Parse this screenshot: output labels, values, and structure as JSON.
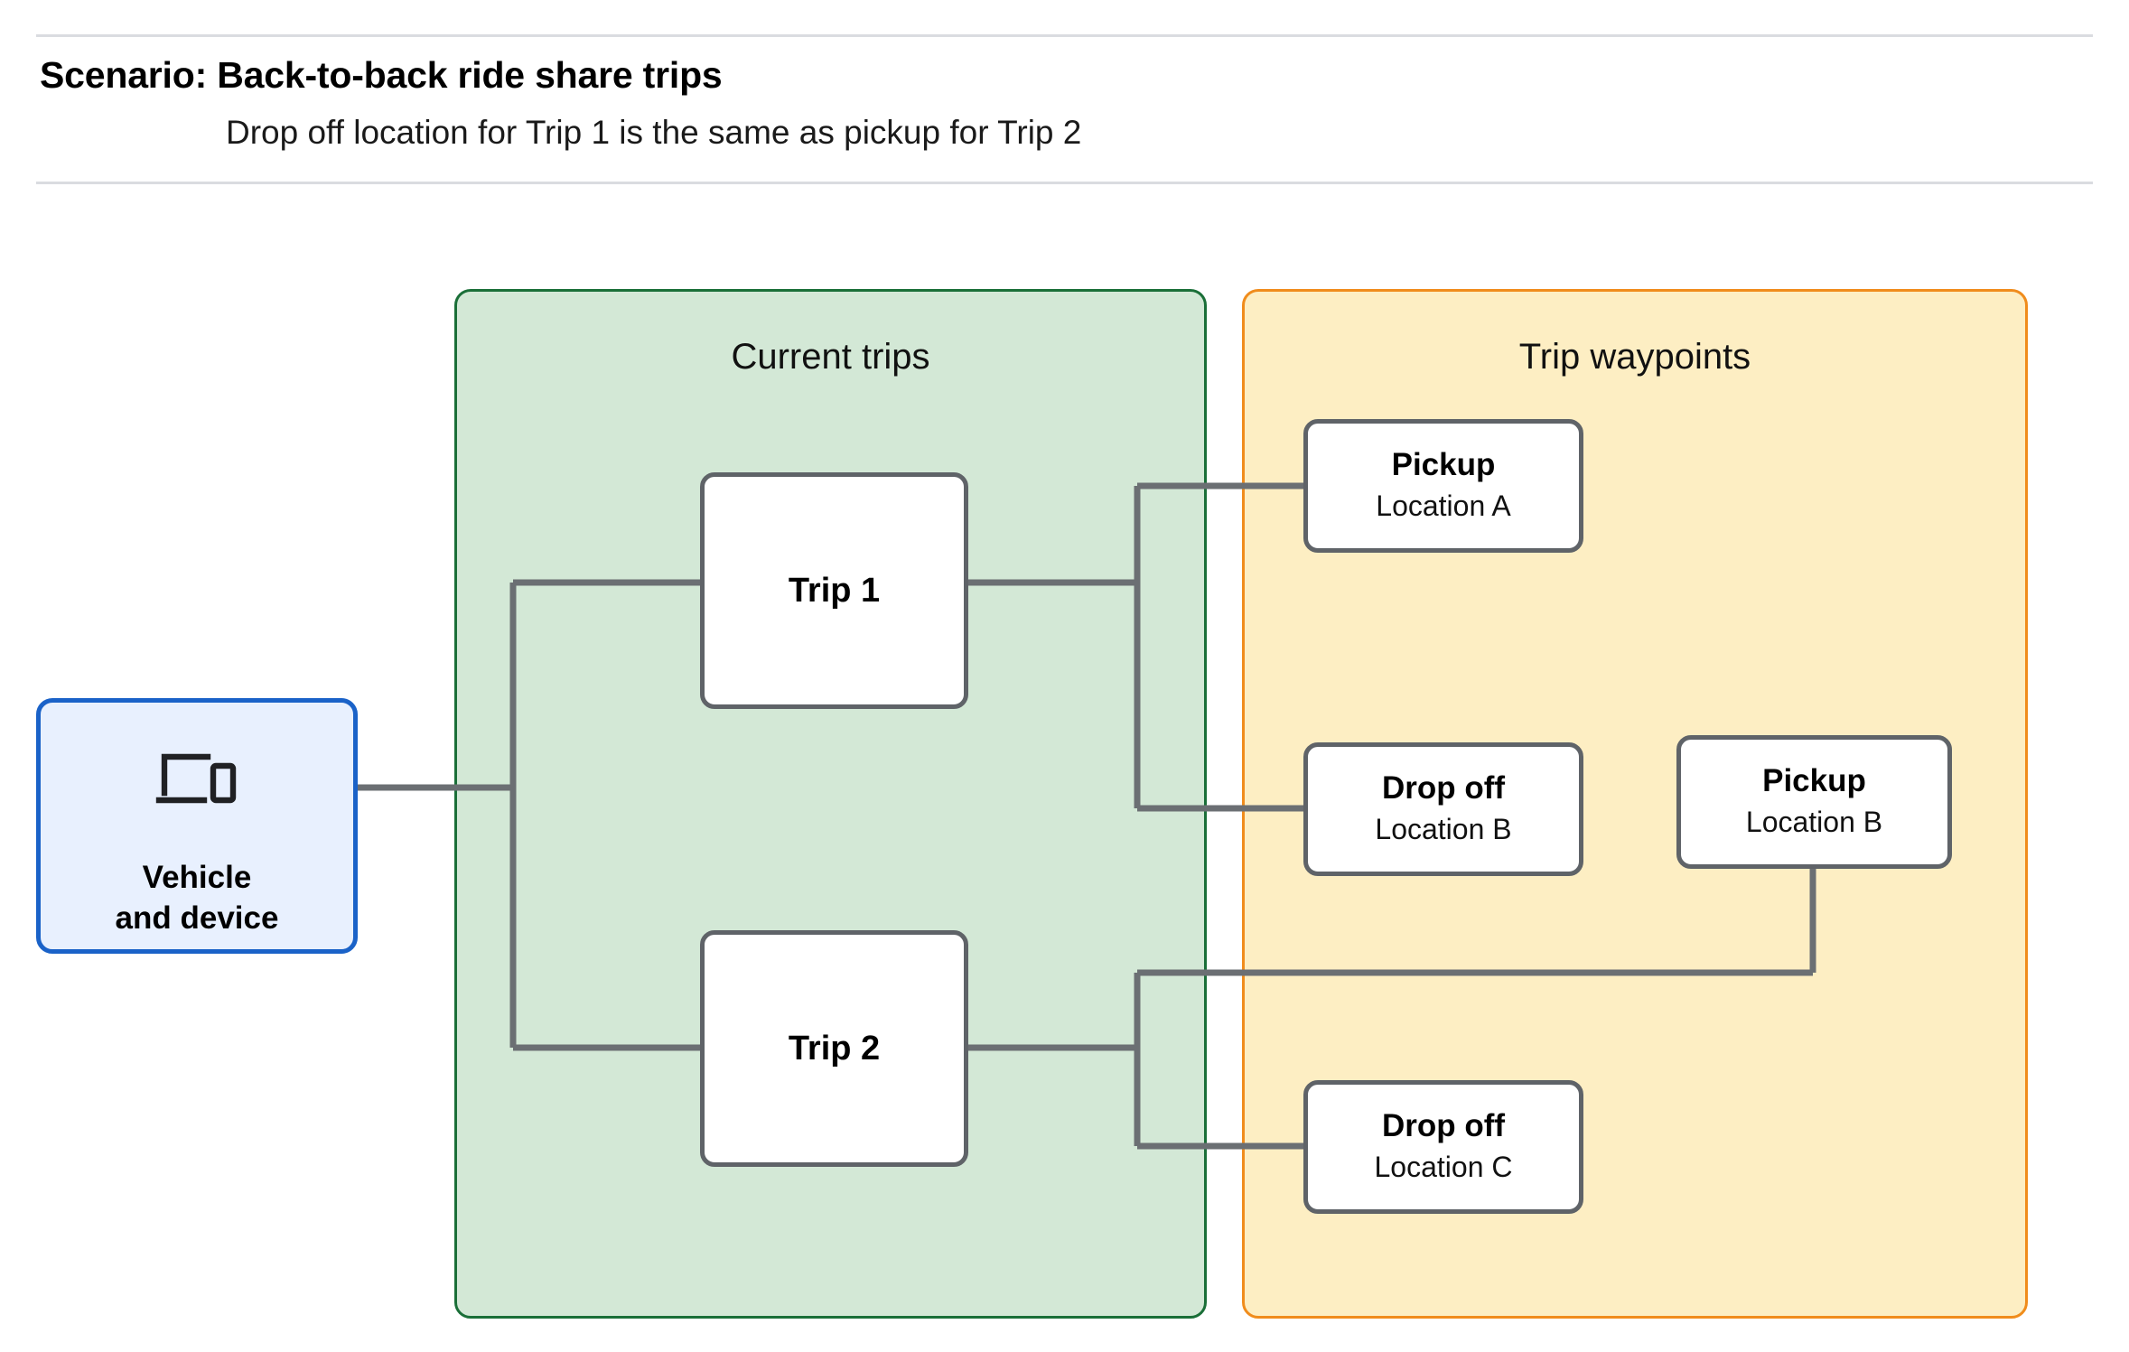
{
  "header": {
    "title": "Scenario: Back-to-back ride share trips",
    "subtitle": "Drop off  location for Trip 1 is the same as pickup for Trip 2"
  },
  "panels": {
    "current_trips": {
      "title": "Current trips",
      "fill": "#d3e8d6",
      "border": "#1a6f38"
    },
    "trip_waypoints": {
      "title": "Trip waypoints",
      "fill": "#fdeec3",
      "border": "#f08c1c"
    }
  },
  "nodes": {
    "vehicle": {
      "icon": "laptop-and-phone-icon",
      "line1": "Vehicle",
      "line2": "and device",
      "fill": "#e8f0fe",
      "border": "#1a62c8"
    },
    "trip_1": {
      "label": "Trip 1"
    },
    "trip_2": {
      "label": "Trip 2"
    },
    "pickup_a": {
      "title": "Pickup",
      "sub": "Location A"
    },
    "dropoff_b": {
      "title": "Drop off",
      "sub": "Location B"
    },
    "pickup_b": {
      "title": "Pickup",
      "sub": "Location B"
    },
    "dropoff_c": {
      "title": "Drop off",
      "sub": "Location C"
    }
  },
  "colors": {
    "connector": "#6b6f73",
    "node_border": "#5f6368",
    "rule": "#dadce0",
    "text": "#000000"
  }
}
